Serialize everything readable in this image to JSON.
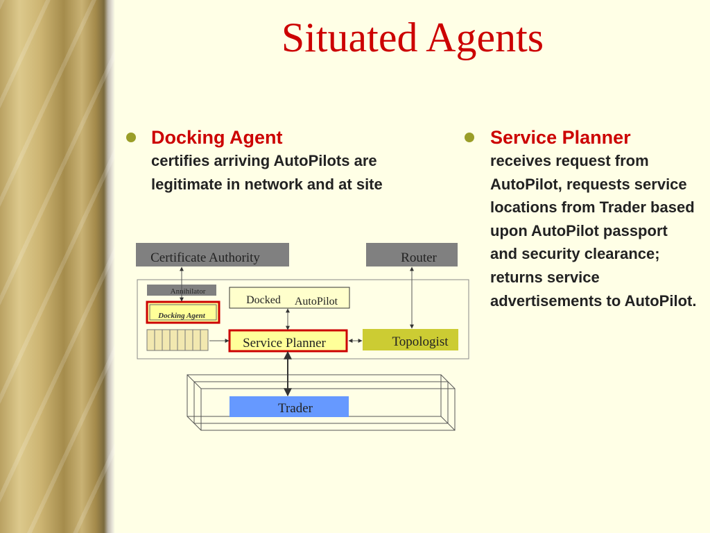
{
  "slide": {
    "title": "Situated Agents"
  },
  "left": {
    "heading": "Docking Agent",
    "body": "certifies arriving AutoPilots are legitimate in network and at site"
  },
  "right": {
    "heading": "Service Planner",
    "body": "receives request from AutoPilot, requests service locations from Trader based upon AutoPilot passport and security clearance; returns service advertisements to AutoPilot."
  },
  "diagram": {
    "certificate_authority": "Certificate Authority",
    "router": "Router",
    "annihilator": "Annihilator",
    "docking_agent": "Docking Agent",
    "docked": "Docked",
    "autopilot": "AutoPilot",
    "service_planner": "Service Planner",
    "topologist": "Topologist",
    "trader": "Trader"
  },
  "colors": {
    "title": "#cc0000",
    "bullet": "#9a9e28",
    "grey_box": "#808080",
    "yellow_box": "#ffff99",
    "highlight_border": "#cc0000",
    "trader_box": "#6699ff"
  }
}
